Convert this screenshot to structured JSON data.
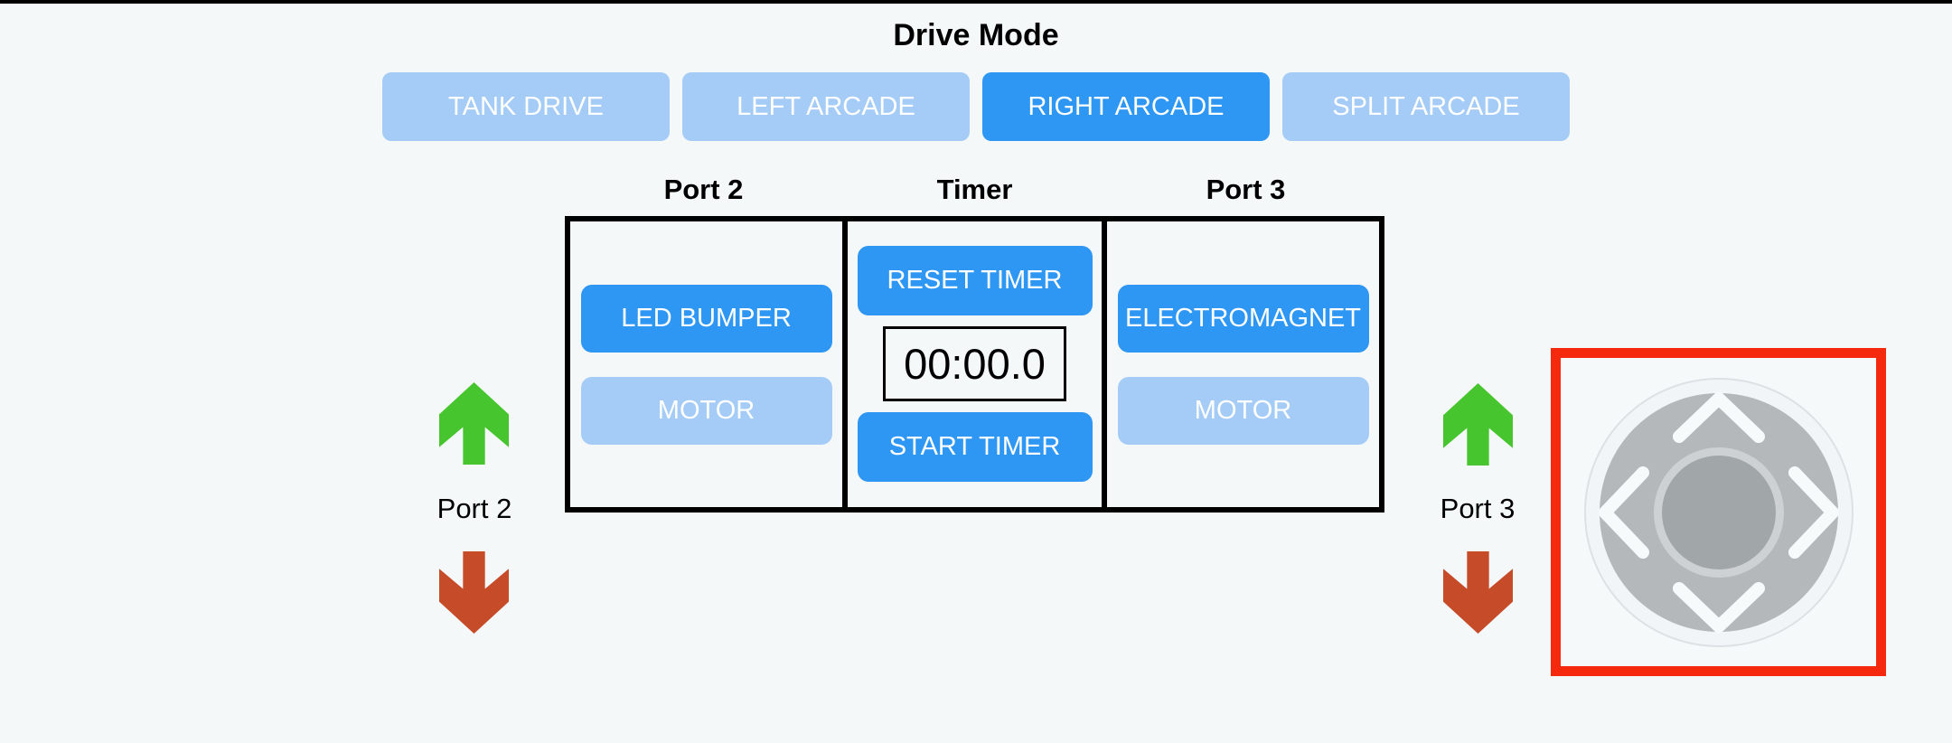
{
  "title": "Drive Mode",
  "drive_modes": {
    "buttons": [
      {
        "label": "TANK DRIVE",
        "active": false
      },
      {
        "label": "LEFT ARCADE",
        "active": false
      },
      {
        "label": "RIGHT ARCADE",
        "active": true
      },
      {
        "label": "SPLIT ARCADE",
        "active": false
      }
    ]
  },
  "ports_panel": {
    "port2": {
      "header": "Port 2",
      "buttons": [
        {
          "label": "LED BUMPER",
          "active": true
        },
        {
          "label": "MOTOR",
          "active": false
        }
      ]
    },
    "timer": {
      "header": "Timer",
      "reset_button": "RESET TIMER",
      "display": "00:00.0",
      "start_button": "START TIMER"
    },
    "port3": {
      "header": "Port 3",
      "buttons": [
        {
          "label": "ELECTROMAGNET",
          "active": true
        },
        {
          "label": "MOTOR",
          "active": false
        }
      ]
    }
  },
  "port2_control": {
    "label": "Port 2",
    "up_icon": "green-up-arrow",
    "down_icon": "red-down-arrow"
  },
  "port3_control": {
    "label": "Port 3",
    "up_icon": "green-up-arrow",
    "down_icon": "red-down-arrow"
  },
  "joystick": {
    "icons": [
      "chevron-up",
      "chevron-right",
      "chevron-down",
      "chevron-left"
    ],
    "highlighted": true
  },
  "colors": {
    "background": "#f4f8f9",
    "active_blue": "#2e96f3",
    "inactive_blue": "#a4ccf6",
    "green_arrow": "#47c52e",
    "red_arrow": "#c64b28",
    "joystick_highlight_border": "#f4290e",
    "joystick_disc_gray": "#b4b8bb"
  }
}
